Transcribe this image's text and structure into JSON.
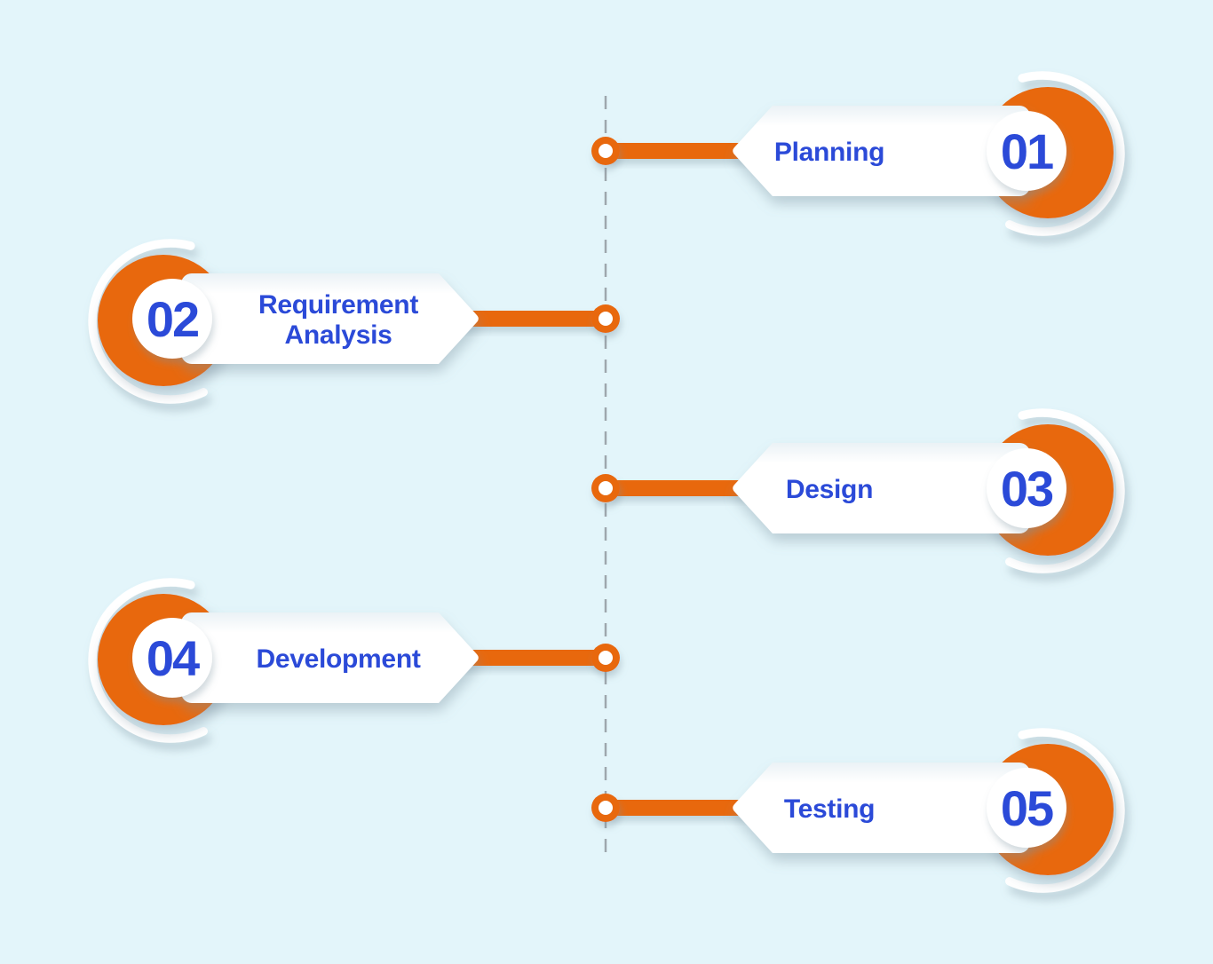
{
  "diagram": {
    "type": "process-timeline",
    "axis_style": "vertical-dashed",
    "steps": [
      {
        "number": "01",
        "label": "Planning",
        "lines": [
          "Planning"
        ],
        "side": "right"
      },
      {
        "number": "02",
        "label": "Requirement Analysis",
        "lines": [
          "Requirement",
          "Analysis"
        ],
        "side": "left"
      },
      {
        "number": "03",
        "label": "Design",
        "lines": [
          "Design"
        ],
        "side": "right"
      },
      {
        "number": "04",
        "label": "Development",
        "lines": [
          "Development"
        ],
        "side": "left"
      },
      {
        "number": "05",
        "label": "Testing",
        "lines": [
          "Testing"
        ],
        "side": "right"
      }
    ]
  },
  "colors": {
    "accent-orange": "#E8670C",
    "text-blue": "#2B4AD8",
    "background": "#E3F5FA",
    "axis-gray": "#9EA7AD",
    "card-white": "#FFFFFF"
  }
}
